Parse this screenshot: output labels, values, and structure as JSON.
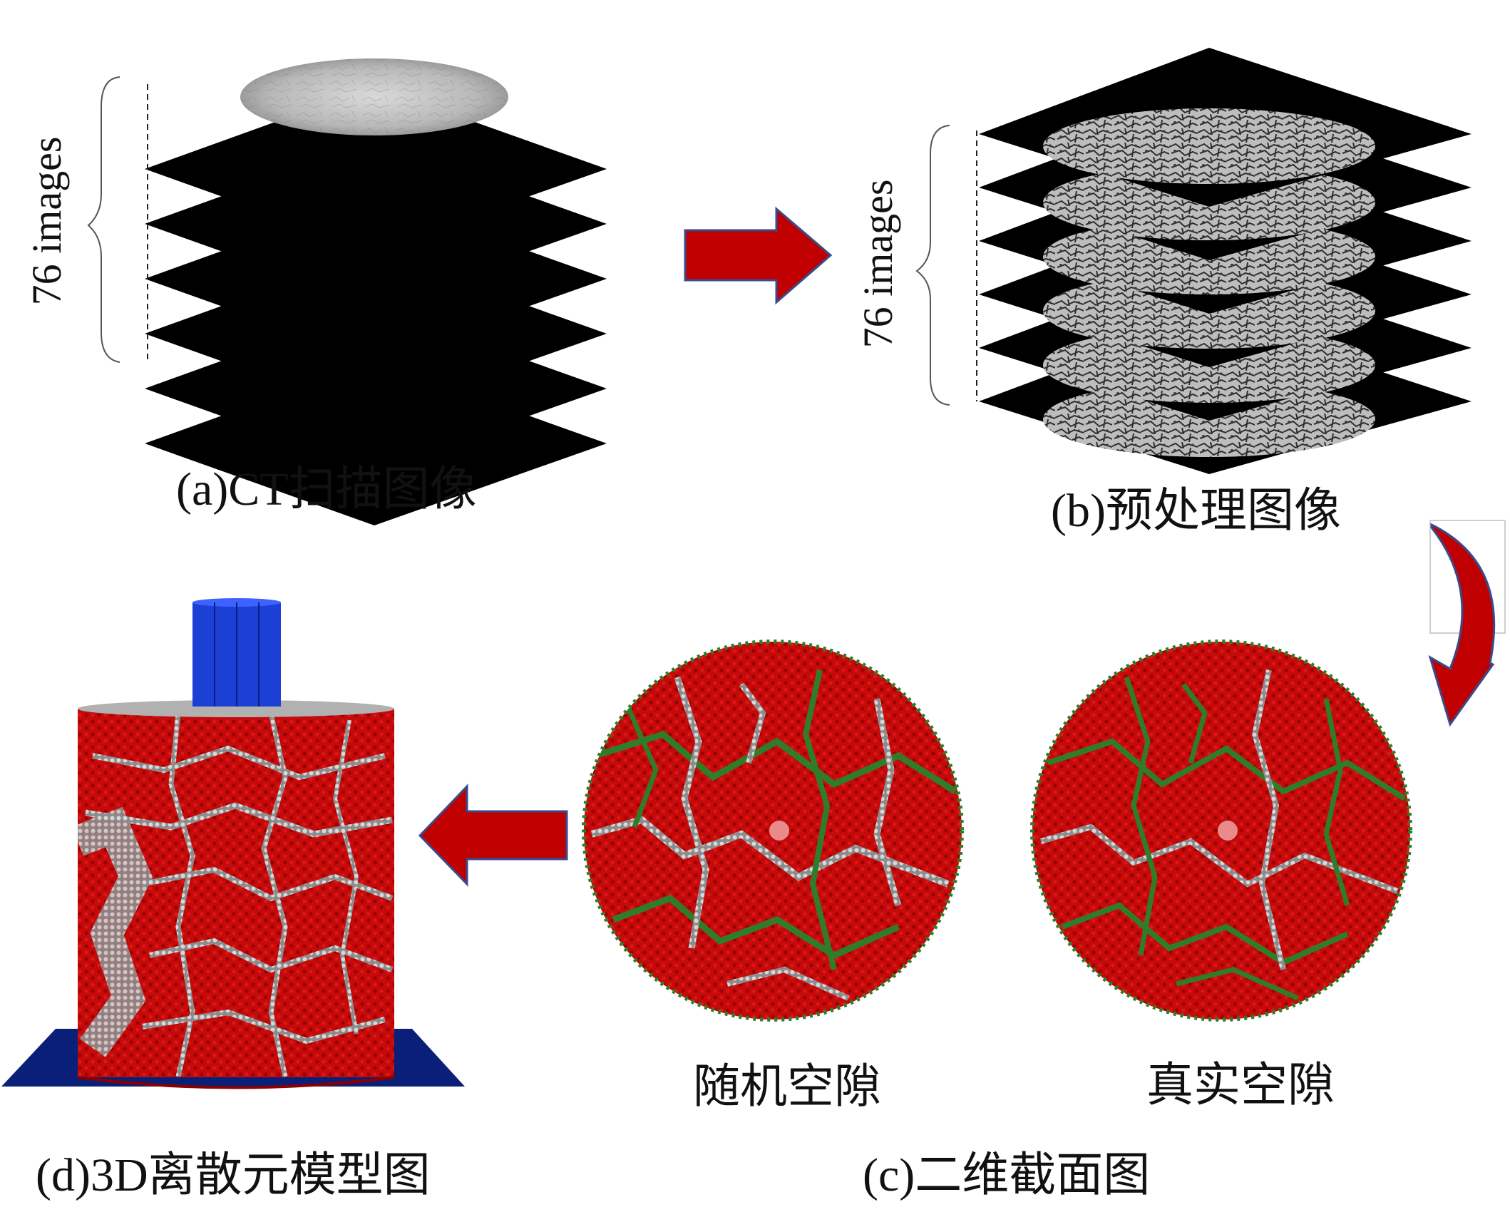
{
  "panel_a": {
    "stack_label": "76 images",
    "caption": "(a)CT扫描图像"
  },
  "panel_b": {
    "stack_label": "76 images",
    "caption": "(b)预处理图像"
  },
  "panel_c": {
    "left_label": "随机空隙",
    "right_label": "真实空隙",
    "caption": "(c)二维截面图"
  },
  "panel_d": {
    "caption": "(d)3D离散元模型图"
  },
  "colors": {
    "arrow_fill": "#c00000",
    "arrow_outline": "#3a4a8c",
    "aggregate": "#c40a0a",
    "mastic": "#2f7d2a",
    "void": "#b9b9b9",
    "loading_plate": "#1c3fd6",
    "base_plate": "#0a1f78"
  }
}
